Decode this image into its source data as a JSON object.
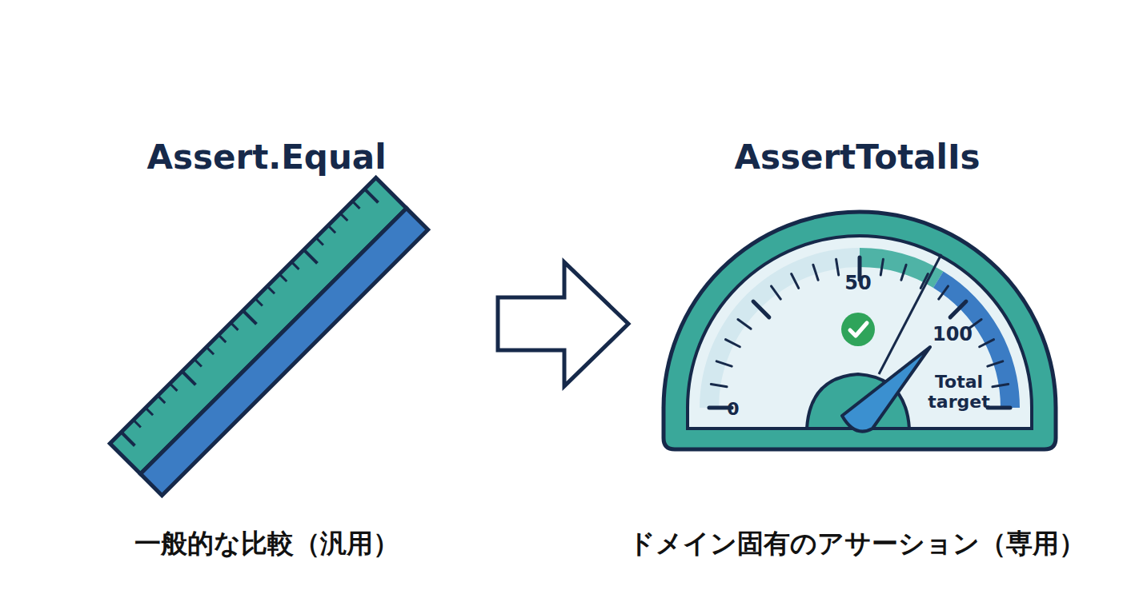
{
  "diagram": {
    "nodes": [
      {
        "text": [
          "0",
          "50",
          "100",
          "Total target"
        ]
      }
    ],
    "labels": [
      "Assert.Equal",
      "AssertTotalIs",
      "一般的な比較（汎用）",
      "ドメイン固有のアサーション（専用）"
    ]
  }
}
